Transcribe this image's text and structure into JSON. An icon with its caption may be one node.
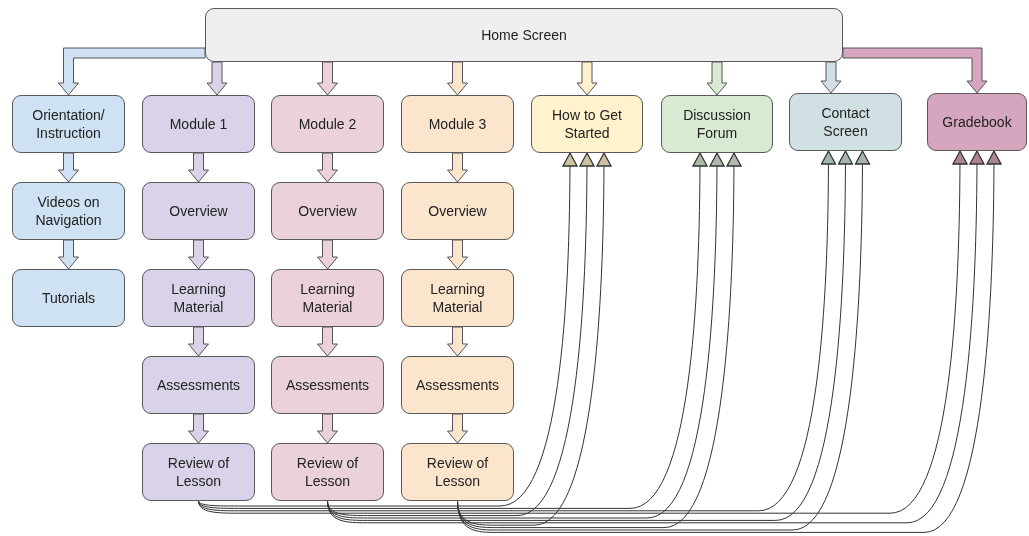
{
  "diagram": {
    "nodes": [
      {
        "text": [
          "Home Screen"
        ]
      },
      {
        "text": [
          "Orientation/ Instruction"
        ]
      },
      {
        "text": [
          "Module 1"
        ]
      },
      {
        "text": [
          "Module 2"
        ]
      },
      {
        "text": [
          "Module 3"
        ]
      },
      {
        "text": [
          "How to Get Started"
        ]
      },
      {
        "text": [
          "Discussion Forum"
        ]
      },
      {
        "text": [
          "Contact Screen"
        ]
      },
      {
        "text": [
          "Gradebook"
        ]
      },
      {
        "text": [
          "Videos on Navigation"
        ]
      },
      {
        "text": [
          "Tutorials"
        ]
      },
      {
        "text": [
          "Overview"
        ]
      },
      {
        "text": [
          "Learning Material"
        ]
      },
      {
        "text": [
          "Assessments"
        ]
      },
      {
        "text": [
          "Review of Lesson"
        ]
      },
      {
        "text": [
          "Overview"
        ]
      },
      {
        "text": [
          "Learning Material"
        ]
      },
      {
        "text": [
          "Assessments"
        ]
      },
      {
        "text": [
          "Review of Lesson"
        ]
      },
      {
        "text": [
          "Overview"
        ]
      },
      {
        "text": [
          "Learning Material"
        ]
      },
      {
        "text": [
          "Assessments"
        ]
      },
      {
        "text": [
          "Review of Lesson"
        ]
      }
    ],
    "edges": [
      {
        "from": 0,
        "to": 1,
        "arrow": "to"
      },
      {
        "from": 0,
        "to": 2,
        "arrow": "to"
      },
      {
        "from": 0,
        "to": 3,
        "arrow": "to"
      },
      {
        "from": 0,
        "to": 4,
        "arrow": "to"
      },
      {
        "from": 0,
        "to": 5,
        "arrow": "to"
      },
      {
        "from": 0,
        "to": 6,
        "arrow": "to"
      },
      {
        "from": 0,
        "to": 7,
        "arrow": "to"
      },
      {
        "from": 0,
        "to": 8,
        "arrow": "to"
      },
      {
        "from": 1,
        "to": 9,
        "arrow": "to"
      },
      {
        "from": 9,
        "to": 10,
        "arrow": "to"
      },
      {
        "from": 2,
        "to": 11,
        "arrow": "to"
      },
      {
        "from": 11,
        "to": 12,
        "arrow": "to"
      },
      {
        "from": 12,
        "to": 13,
        "arrow": "to"
      },
      {
        "from": 13,
        "to": 14,
        "arrow": "to"
      },
      {
        "from": 3,
        "to": 15,
        "arrow": "to"
      },
      {
        "from": 15,
        "to": 16,
        "arrow": "to"
      },
      {
        "from": 16,
        "to": 17,
        "arrow": "to"
      },
      {
        "from": 17,
        "to": 18,
        "arrow": "to"
      },
      {
        "from": 4,
        "to": 19,
        "arrow": "to"
      },
      {
        "from": 19,
        "to": 20,
        "arrow": "to"
      },
      {
        "from": 20,
        "to": 21,
        "arrow": "to"
      },
      {
        "from": 21,
        "to": 22,
        "arrow": "to"
      },
      {
        "from": 14,
        "to": 5,
        "arrow": "to"
      },
      {
        "from": 14,
        "to": 6,
        "arrow": "to"
      },
      {
        "from": 14,
        "to": 7,
        "arrow": "to"
      },
      {
        "from": 14,
        "to": 8,
        "arrow": "to"
      },
      {
        "from": 18,
        "to": 5,
        "arrow": "to"
      },
      {
        "from": 18,
        "to": 6,
        "arrow": "to"
      },
      {
        "from": 18,
        "to": 7,
        "arrow": "to"
      },
      {
        "from": 18,
        "to": 8,
        "arrow": "to"
      },
      {
        "from": 22,
        "to": 5,
        "arrow": "to"
      },
      {
        "from": 22,
        "to": 6,
        "arrow": "to"
      },
      {
        "from": 22,
        "to": 7,
        "arrow": "to"
      },
      {
        "from": 22,
        "to": 8,
        "arrow": "to"
      }
    ]
  }
}
